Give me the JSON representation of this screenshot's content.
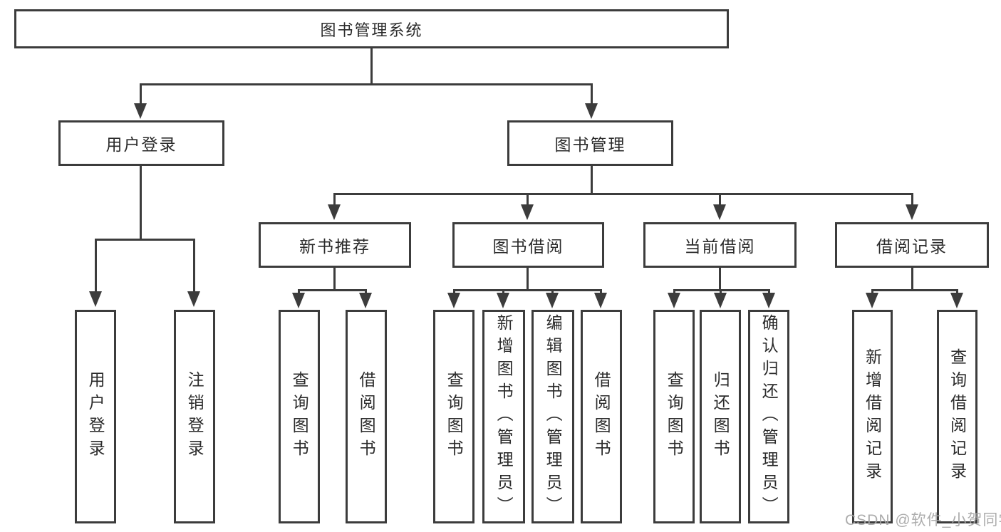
{
  "diagram": {
    "root": {
      "label": "图书管理系统"
    },
    "level2": [
      {
        "label": "用户登录"
      },
      {
        "label": "图书管理"
      }
    ],
    "level3": [
      {
        "label": "新书推荐"
      },
      {
        "label": "图书借阅"
      },
      {
        "label": "当前借阅"
      },
      {
        "label": "借阅记录"
      }
    ],
    "leaves": {
      "user_login": [
        "用户登录",
        "注销登录"
      ],
      "new_books": [
        "查询图书",
        "借阅图书"
      ],
      "book_borrow": [
        "查询图书",
        "新增图书（管理员）",
        "编辑图书（管理员）",
        "借阅图书"
      ],
      "current_borrow": [
        "查询图书",
        "归还图书",
        "确认归还（管理员）"
      ],
      "borrow_records": [
        "新增借阅记录",
        "查询借阅记录"
      ]
    },
    "colors": {
      "line": "#3c3c3c",
      "text": "#2b2b2b",
      "box_background": "#ffffff",
      "watermark": "#a5a5a5"
    }
  },
  "watermark": {
    "text": "CSDN @软件_小贺同学"
  }
}
